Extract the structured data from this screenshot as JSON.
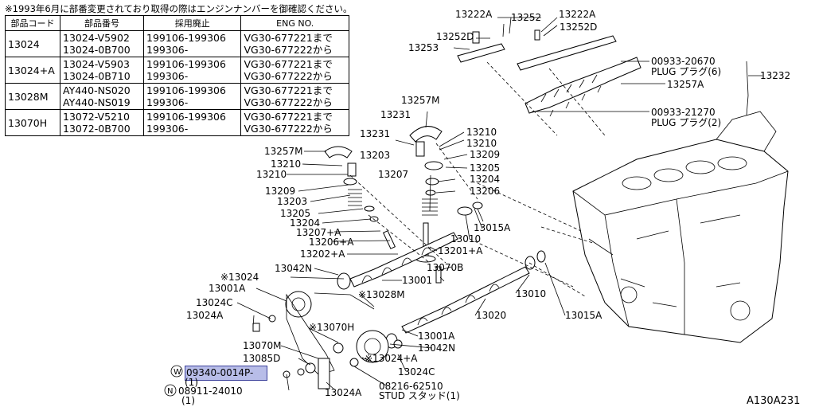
{
  "note": "※1993年6月に部番変更されており取得の際はエンジンナンバーを御確認ください。",
  "table": {
    "headers": [
      "部品コード",
      "部品番号",
      "採用廃止",
      "ENG NO."
    ],
    "rows": [
      {
        "code": "13024",
        "part": [
          "13024-V5902",
          "13024-0B700"
        ],
        "period": [
          "199106-199306",
          "199306-"
        ],
        "eng": [
          "VG30-677221まで",
          "VG30-677222から"
        ]
      },
      {
        "code": "13024+A",
        "part": [
          "13024-V5903",
          "13024-0B710"
        ],
        "period": [
          "199106-199306",
          "199306-"
        ],
        "eng": [
          "VG30-677221まで",
          "VG30-677222から"
        ]
      },
      {
        "code": "13028M",
        "part": [
          "AY440-NS020",
          "AY440-NS019"
        ],
        "period": [
          "199106-199306",
          "199306-"
        ],
        "eng": [
          "VG30-677221まで",
          "VG30-677222から"
        ]
      },
      {
        "code": "13070H",
        "part": [
          "13072-V5210",
          "13072-0B700"
        ],
        "period": [
          "199106-199306",
          "199306-"
        ],
        "eng": [
          "VG30-677221まで",
          "VG30-677222から"
        ]
      }
    ]
  },
  "labels": {
    "l13222A_1": "13222A",
    "l13252": "13252",
    "l13222A_2": "13222A",
    "l13252D_1": "13252D",
    "l13252D_2": "13252D",
    "l13253": "13253",
    "l00933_20670": "00933-20670",
    "plug6": "PLUG プラグ(6)",
    "l13232": "13232",
    "l13257A": "13257A",
    "l00933_21270": "00933-21270",
    "plug2": "PLUG プラグ(2)",
    "l13257M_1": "13257M",
    "l13231_1": "13231",
    "l13210_1": "13210",
    "l13210_2": "13210",
    "l13231_2": "13231",
    "l13203_1": "13203",
    "l13209_1": "13209",
    "l13257M_2": "13257M",
    "l13210_3": "13210",
    "l13210_4": "13210",
    "l13205_1": "13205",
    "l13207": "13207",
    "l13204_1": "13204",
    "l13209_2": "13209",
    "l13206_1": "13206",
    "l13203_2": "13203",
    "l13205_2": "13205",
    "l13015A_1": "13015A",
    "l13204_2": "13204",
    "l13207A": "13207+A",
    "l13010_1": "13010",
    "l13206A": "13206+A",
    "l13201A": "13201+A",
    "l13202A": "13202+A",
    "l13042N_1": "13042N",
    "l13070B": "13070B",
    "l13024": "※13024",
    "l13001_1": "13001",
    "l13001A_1": "13001A",
    "l13028M": "※13028M",
    "l13024C_1": "13024C",
    "l13010_2": "13010",
    "l13024A_1": "13024A",
    "l13020": "13020",
    "l13015A_2": "13015A",
    "l13070H": "※13070H",
    "l13001A_2": "13001A",
    "l13070M": "13070M",
    "l13042N_2": "13042N",
    "l13085D": "13085D",
    "l13024A_plus": "※13024+A",
    "l09340": "09340-0014P-",
    "q1": "(1)",
    "l13024C_2": "13024C",
    "l08216": "08216-62510",
    "stud": "STUD スタッド(1)",
    "l08911": "08911-24010",
    "q2": "(1)",
    "l13024A_2": "13024A",
    "circle_w": "W",
    "circle_n": "N",
    "figure_id": "A130A231"
  },
  "colors": {
    "highlight": "#b8bde8",
    "highlight_border": "#3a3f9a",
    "ink": "#000000"
  }
}
